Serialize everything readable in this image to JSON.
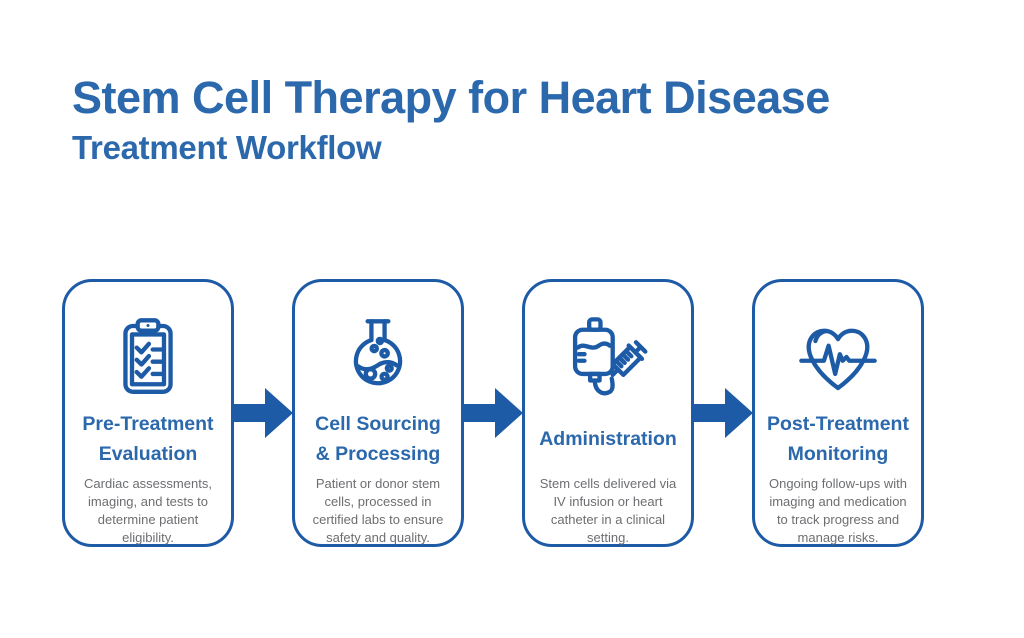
{
  "colors": {
    "accent_blue": "#1e5ba6",
    "heading_blue": "#2b68ac",
    "body_text_gray": "#6d6e71",
    "background": "#ffffff"
  },
  "header": {
    "title": "Stem Cell Therapy for Heart Disease",
    "subtitle": "Treatment Workflow"
  },
  "workflow": {
    "connector_icon": "arrow-right",
    "steps": [
      {
        "icon": "clipboard-checklist-icon",
        "title_line1": "Pre-Treatment",
        "title_line2": "Evaluation",
        "description": "Cardiac assessments, imaging, and tests to determine patient eligibility."
      },
      {
        "icon": "flask-icon",
        "title_line1": "Cell Sourcing",
        "title_line2": "& Processing",
        "description": "Patient or donor stem cells, processed in certified labs to ensure safety and quality."
      },
      {
        "icon": "iv-bag-syringe-icon",
        "title_line1": "Administration",
        "title_line2": "",
        "description": "Stem cells delivered via IV infusion or heart catheter in a clinical setting."
      },
      {
        "icon": "heart-ecg-icon",
        "title_line1": "Post-Treatment",
        "title_line2": "Monitoring",
        "description": "Ongoing follow-ups with imaging and medication to track progress and manage risks."
      }
    ]
  }
}
